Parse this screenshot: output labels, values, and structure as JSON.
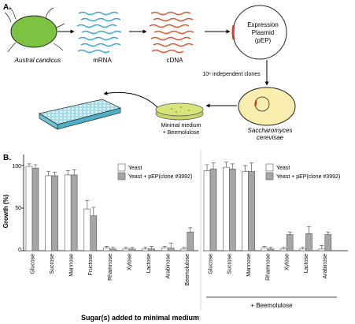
{
  "panel_a": {
    "label": "A.",
    "organism": "Austral candicus",
    "mrna": "mRNA",
    "cdna": "cDNA",
    "plasmid_line1": "Expression",
    "plasmid_line2": "Plasmid",
    "plasmid_line3": "(pEP)",
    "clones": "10⁶ independent clones",
    "medium_line1": "Minimal medium",
    "medium_line2": "+ Beemolulose",
    "yeast_line1": "Saccharomyces",
    "yeast_line2": "cerevisae"
  },
  "panel_b": {
    "label": "B."
  },
  "chart_data": {
    "type": "bar",
    "ylabel": "Growth (%)",
    "xlabel": "Sugar(s) added to minimal medium",
    "ylim": [
      0,
      110
    ],
    "yticks": [
      "100",
      "50",
      "0"
    ],
    "ytick_values": [
      100,
      50,
      0
    ],
    "group_label": "+ Beemolulose",
    "colors": {
      "yeast": "#ffffff",
      "pep": "#a6a6a6"
    },
    "panels": [
      {
        "categories": [
          "Glucose",
          "Sucrose",
          "Mannose",
          "Fructose",
          "Rhamnose",
          "Xylose",
          "Lactose",
          "Arabinose",
          "Beemolulose"
        ],
        "series": [
          {
            "name": "Yeast",
            "values": [
              99,
              88,
              89,
              49,
              3,
              2,
              2,
              3,
              2
            ],
            "errors": [
              3,
              5,
              5,
              10,
              2,
              2,
              2,
              2,
              2
            ]
          },
          {
            "name": "Yeast + pEP(clone #3992)",
            "values": [
              97,
              88,
              89,
              41,
              2,
              2,
              2,
              3,
              22
            ],
            "errors": [
              4,
              4,
              6,
              10,
              2,
              2,
              3,
              6,
              5
            ]
          }
        ]
      },
      {
        "categories": [
          "Glucose",
          "Sucrose",
          "Mannose",
          "Rhamnose",
          "Xylose",
          "Lactose",
          "Arabinose"
        ],
        "series": [
          {
            "name": "Yeast",
            "values": [
              94,
              98,
              93,
              3,
              2,
              2,
              2
            ],
            "errors": [
              7,
              6,
              7,
              2,
              2,
              2,
              4
            ]
          },
          {
            "name": "Yeast + pEP(clone #3992)",
            "values": [
              96,
              96,
              93,
              2,
              19,
              20,
              19
            ],
            "errors": [
              7,
              6,
              10,
              2,
              3,
              8,
              3
            ]
          }
        ]
      }
    ],
    "legend_position": "top-right"
  }
}
